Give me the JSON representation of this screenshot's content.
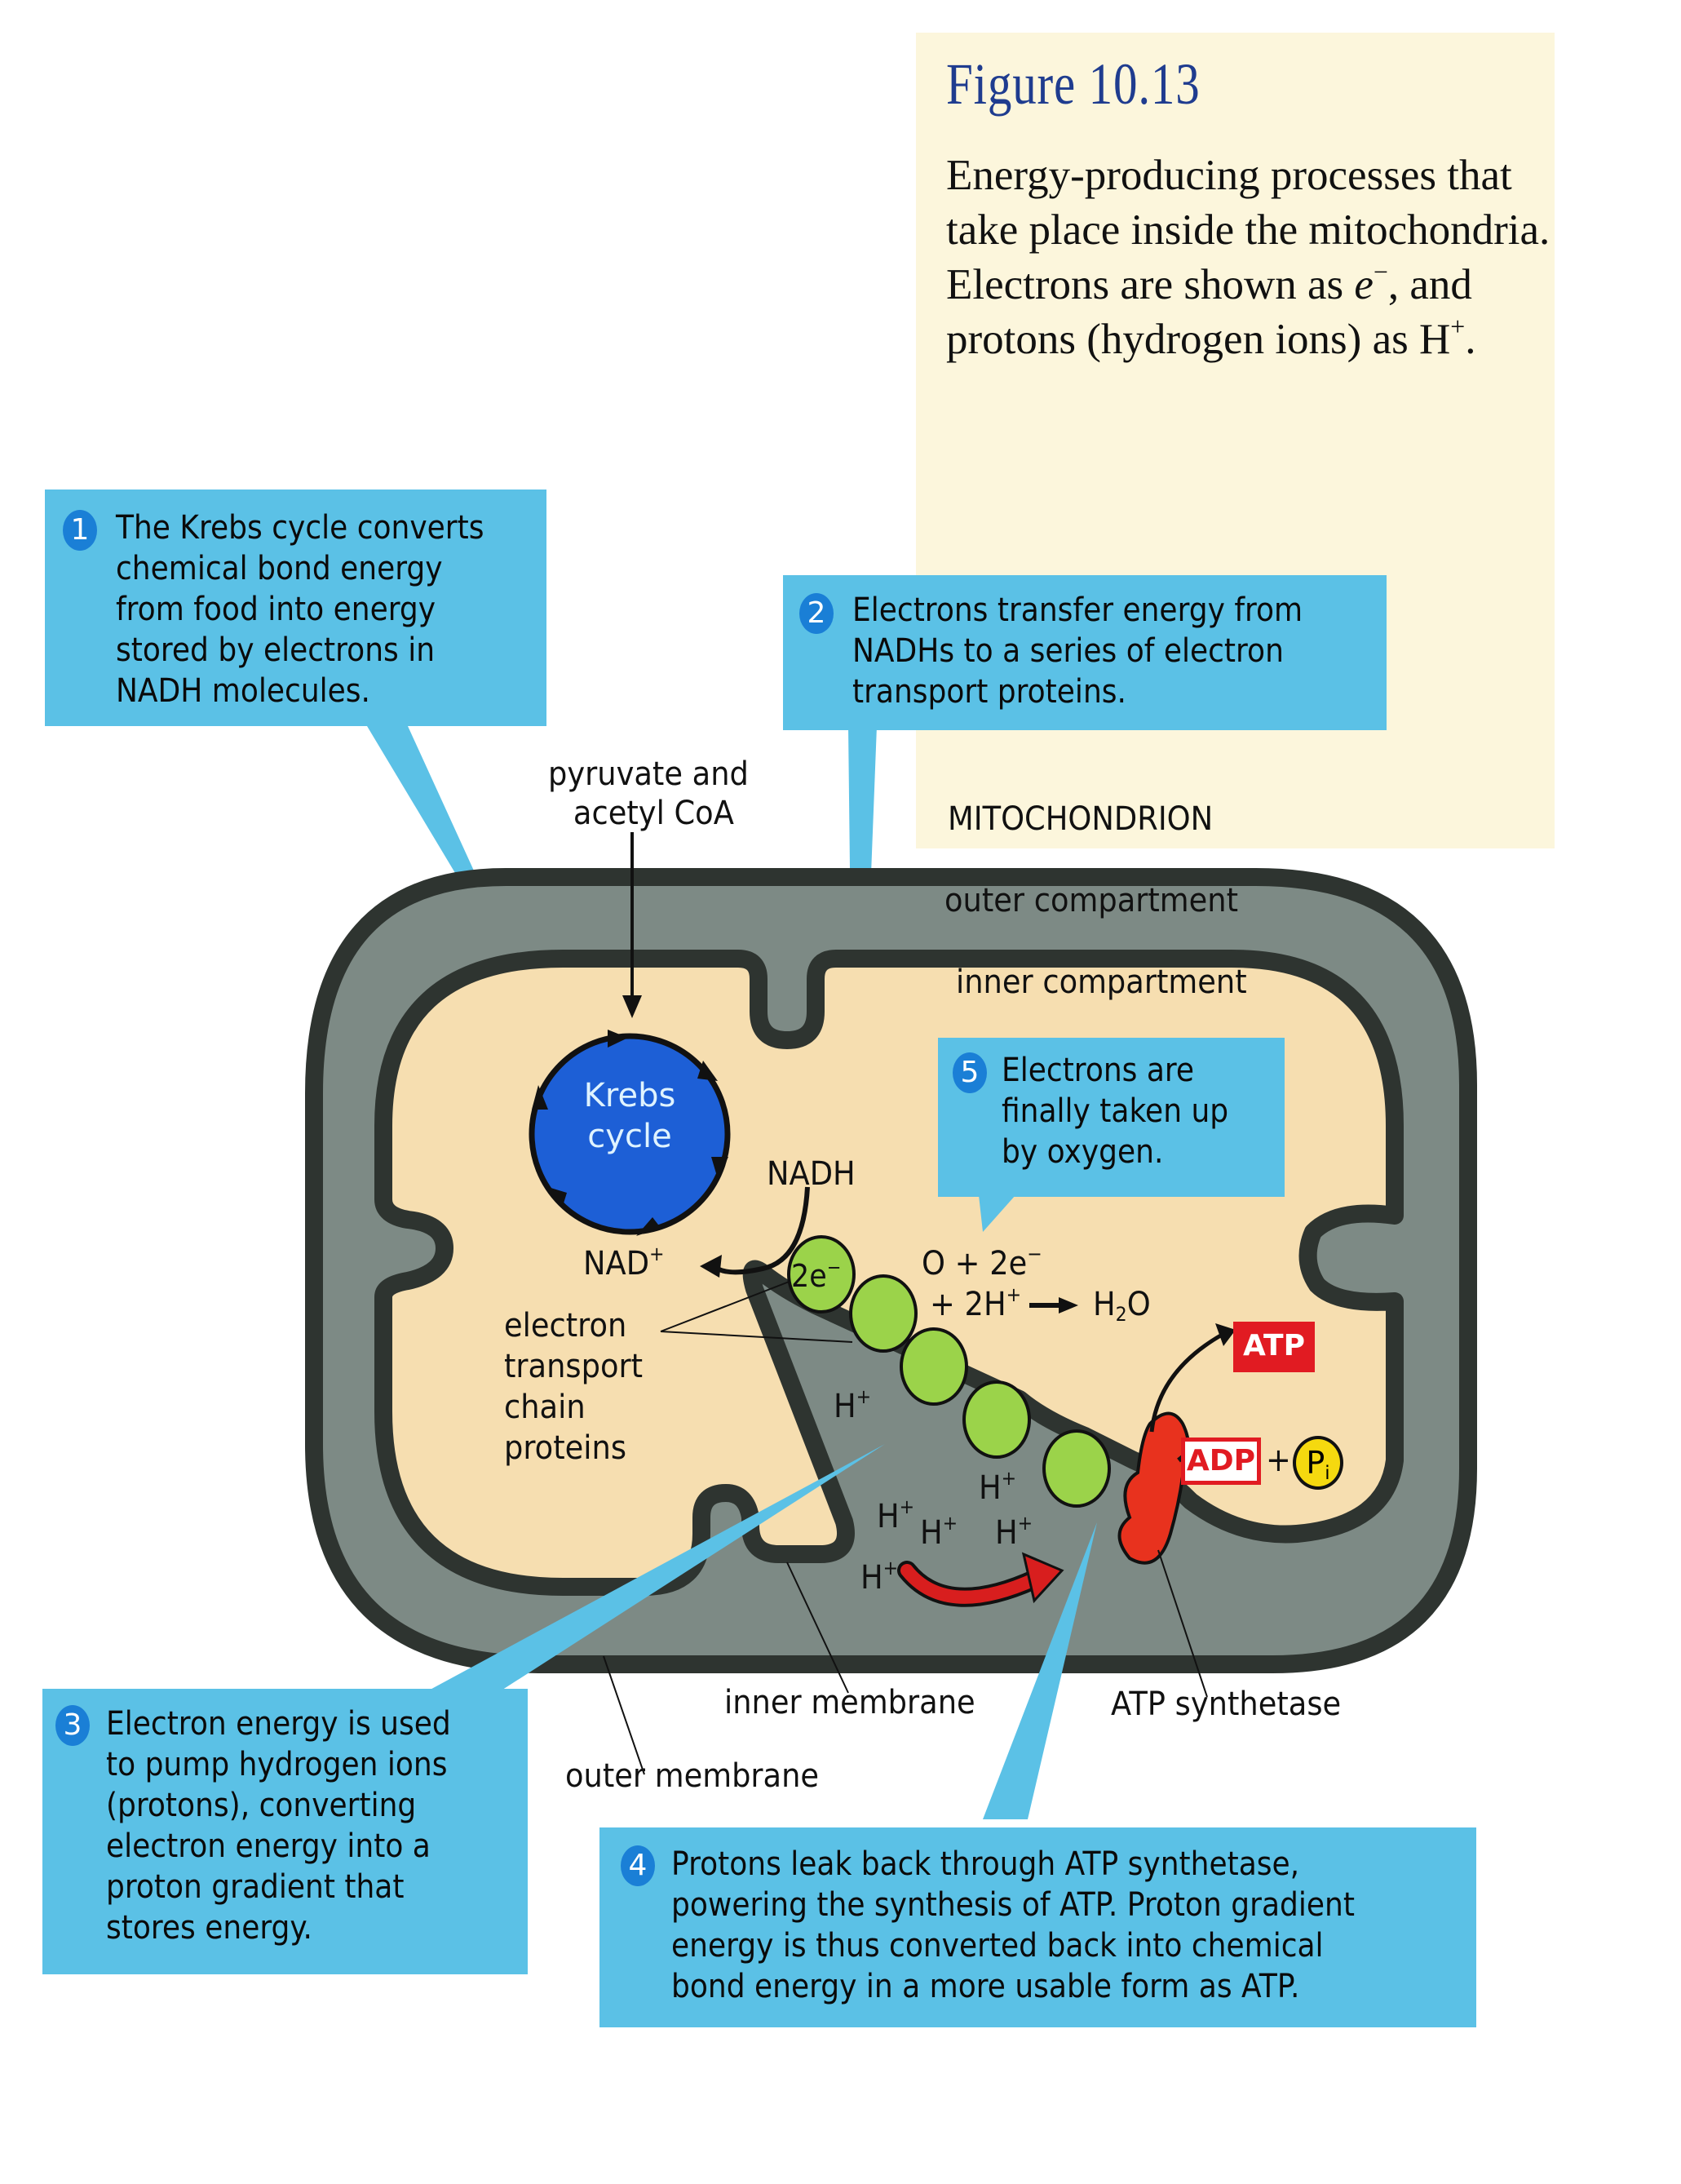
{
  "figure": {
    "title": "Figure 10.13",
    "caption_parts": [
      "Energy-producing processes that take place inside the mitochondria. Electrons are shown as ",
      "e",
      "−",
      ", and protons (hydrogen ions) as H",
      "+",
      "."
    ]
  },
  "callouts": [
    {
      "number": "1",
      "text": "The Krebs cycle converts chemical bond energy from food into energy stored by electrons in NADH molecules."
    },
    {
      "number": "2",
      "text": "Electrons transfer energy from NADHs to a series of electron transport proteins."
    },
    {
      "number": "3",
      "text": "Electron energy is used to pump hydrogen ions (protons), converting electron energy into a proton gradient that stores energy."
    },
    {
      "number": "4",
      "text": "Protons leak back through ATP synthetase, powering the synthesis of ATP. Proton gradient energy is thus converted back into chemical bond energy in a more usable form as ATP."
    },
    {
      "number": "5",
      "text": "Electrons are finally taken up by oxygen."
    }
  ],
  "labels": {
    "pyruvate_line1": "pyruvate and",
    "pyruvate_line2": "acetyl CoA",
    "mitochondrion": "MITOCHONDRION",
    "outer_compartment": "outer compartment",
    "inner_compartment": "inner compartment",
    "krebs_line1": "Krebs",
    "krebs_line2": "cycle",
    "nadh": "NADH",
    "nad_base": "NAD",
    "nad_sup": "+",
    "two_e_base": "2e",
    "two_e_sup": "−",
    "etc_line1": "electron",
    "etc_line2": "transport",
    "etc_line3": "chain",
    "etc_line4": "proteins",
    "reaction_line1_base": "O + 2e",
    "reaction_line1_sup": "−",
    "reaction_line2_a": "+ 2H",
    "reaction_line2_sup": "+",
    "reaction_product_base": "H",
    "reaction_product_sub": "2",
    "reaction_product_end": "O",
    "proton_base": "H",
    "proton_sup": "+",
    "atp": "ATP",
    "adp": "ADP",
    "plus": "+",
    "pi_base": "P",
    "pi_sub": "i",
    "inner_membrane": "inner membrane",
    "outer_membrane": "outer membrane",
    "atp_synthetase": "ATP synthetase"
  },
  "colors": {
    "callout_bg": "#5bc1e6",
    "callout_number_bg": "#1a7fd6",
    "title": "#1f3c8f",
    "caption_panel": "#fcf6dc",
    "membrane": "#2e3430",
    "outer_compartment": "#7d8a85",
    "matrix": "#f6deb0",
    "krebs": "#1d5fd6",
    "etc_protein": "#9bd34a",
    "atp_synthetase": "#e8321e",
    "atp": "#e11b22",
    "pi": "#f5d90f"
  }
}
